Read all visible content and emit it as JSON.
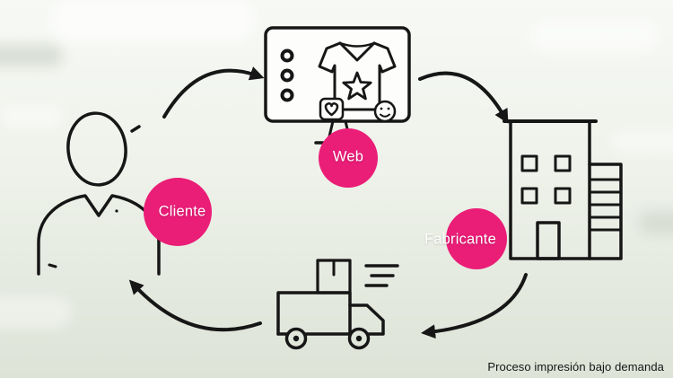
{
  "diagram": {
    "footer_caption": "Proceso impresión bajo demanda",
    "nodes": {
      "cliente": {
        "label": "Cliente",
        "icon": "person-icon"
      },
      "web": {
        "label": "Web",
        "icon": "monitor-icon"
      },
      "fabricante": {
        "label": "Fabricante",
        "icon": "building-icon"
      },
      "envio": {
        "icon": "delivery-truck-icon"
      }
    },
    "flow": [
      "cliente",
      "web",
      "fabricante",
      "envio"
    ]
  },
  "colors": {
    "accent": "#ea1d77",
    "line": "#161616",
    "bg_top": "#f7f9f5",
    "bg_mid": "#eef2ea",
    "bg_bottom": "#dde3d7",
    "label_text": "#ffffff"
  }
}
